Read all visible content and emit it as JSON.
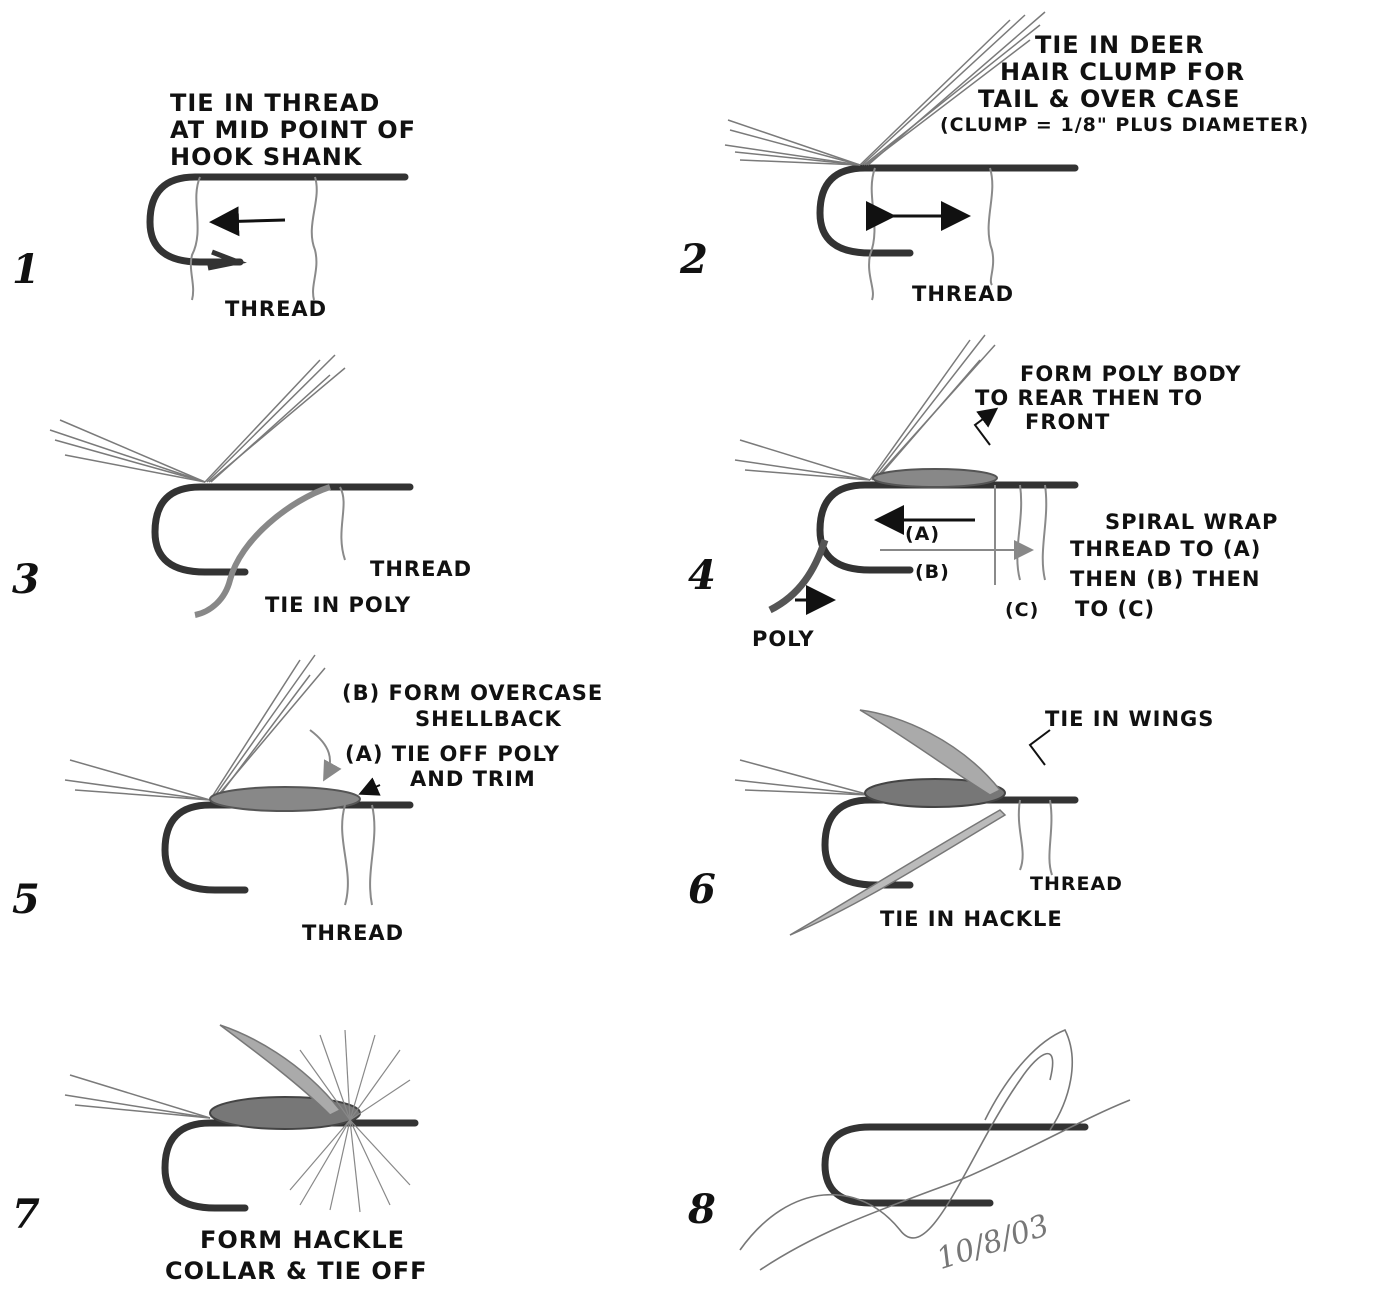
{
  "steps": [
    {
      "number": "1",
      "notes": [
        "TIE IN THREAD",
        "AT MID POINT OF",
        "HOOK SHANK"
      ],
      "thread_label": "THREAD"
    },
    {
      "number": "2",
      "notes": [
        "TIE IN DEER",
        "HAIR CLUMP FOR",
        "TAIL & OVER CASE",
        "(CLUMP = 1/8\" PLUS DIAMETER)"
      ],
      "thread_label": "THREAD"
    },
    {
      "number": "3",
      "thread_label": "THREAD",
      "poly_label": "TIE IN POLY"
    },
    {
      "number": "4",
      "notes": [
        "FORM POLY BODY",
        "TO REAR THEN TO",
        "FRONT"
      ],
      "spiral_notes": [
        "SPIRAL WRAP",
        "THREAD TO (A)",
        "THEN (B) THEN",
        "TO (C)"
      ],
      "marker_a": "(A)",
      "marker_b": "(B)",
      "marker_c": "(C)",
      "poly_label": "POLY"
    },
    {
      "number": "5",
      "notes_b": [
        "(B) FORM OVERCASE",
        "SHELLBACK"
      ],
      "notes_a": [
        "(A) TIE OFF POLY",
        "AND TRIM"
      ],
      "thread_label": "THREAD"
    },
    {
      "number": "6",
      "wings_label": "TIE IN WINGS",
      "thread_label": "THREAD",
      "hackle_label": "TIE IN HACKLE"
    },
    {
      "number": "7",
      "notes": [
        "FORM HACKLE",
        "COLLAR & TIE OFF"
      ]
    },
    {
      "number": "8",
      "signature_date": "10/8/03"
    }
  ],
  "colors": {
    "ink": "#111111",
    "hook": "#333333",
    "thread": "#8a8a8a",
    "hair": "#7a7a7a",
    "body": "#555555"
  }
}
